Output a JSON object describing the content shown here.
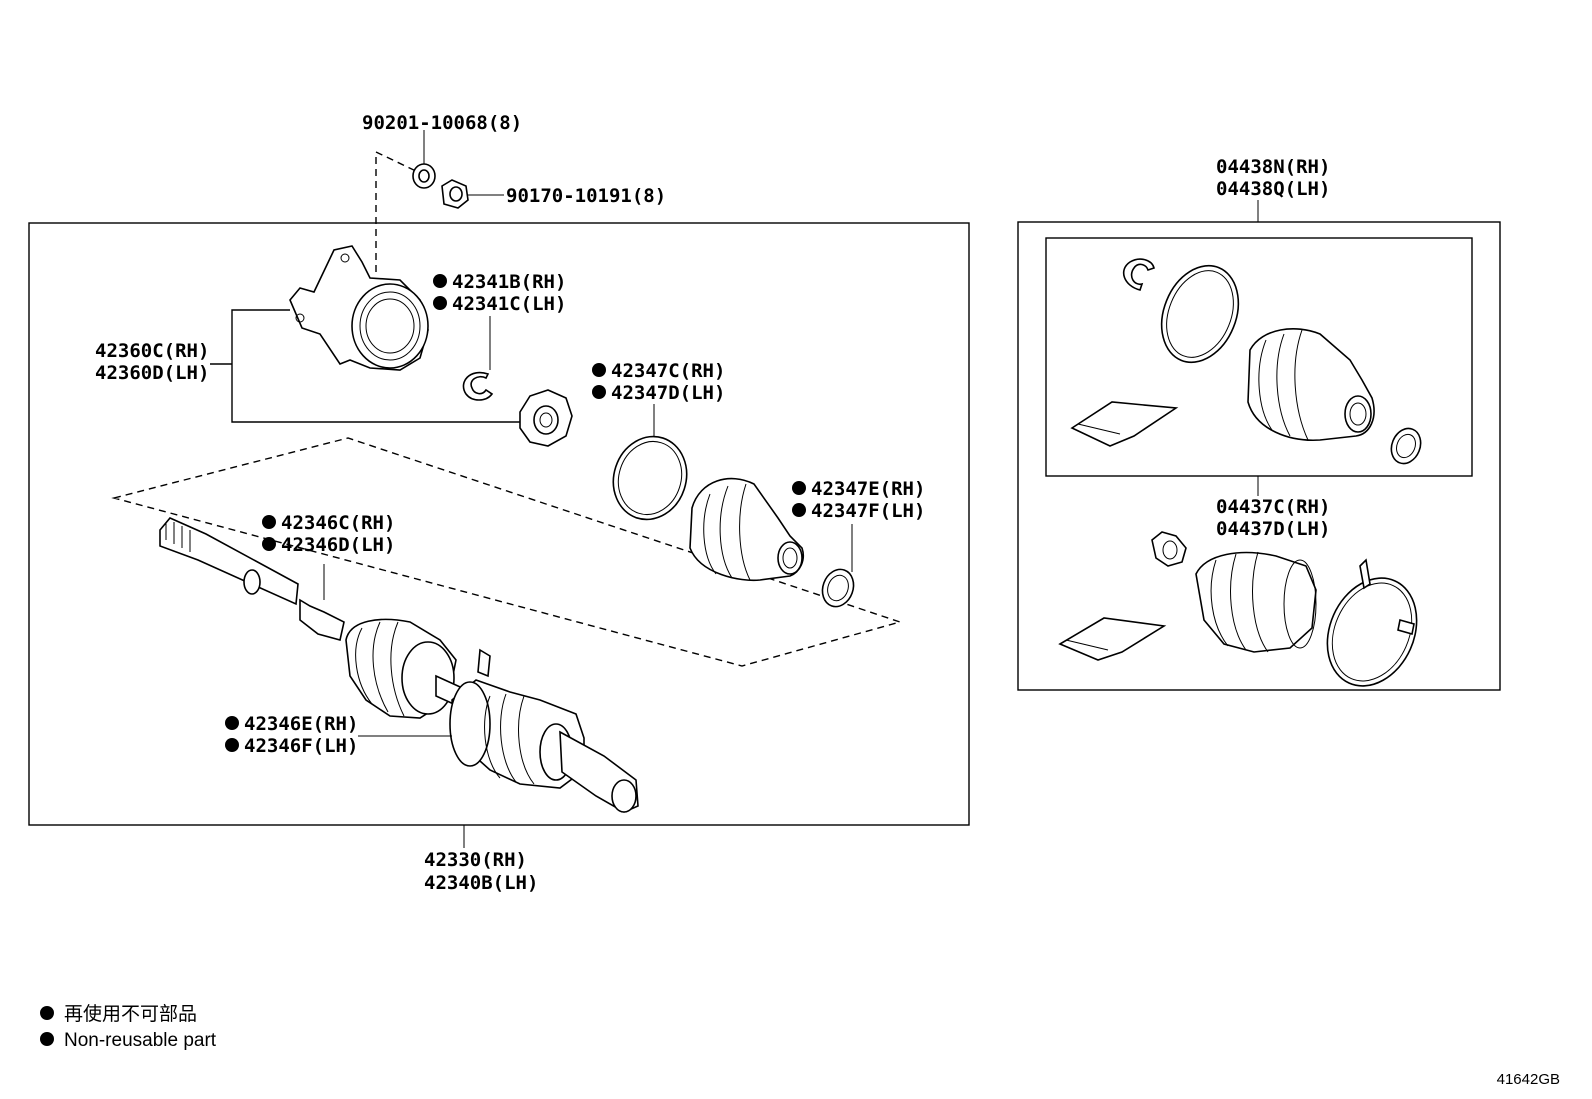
{
  "labels": {
    "washer": "90201-10068(8)",
    "nut": "90170-10191(8)",
    "bearing_rh": "42341B(RH)",
    "bearing_lh": "42341C(LH)",
    "housing_rh": "42360C(RH)",
    "housing_lh": "42360D(LH)",
    "inboard_boot_rh": "42347C(RH)",
    "inboard_boot_lh": "42347D(LH)",
    "inboard_clamp_rh": "42347E(RH)",
    "inboard_clamp_lh": "42347F(LH)",
    "snap_ring_rh": "42346C(RH)",
    "snap_ring_lh": "42346D(LH)",
    "outboard_rh": "42346E(RH)",
    "outboard_lh": "42346F(LH)",
    "shaft_rh": "42330(RH)",
    "shaft_lh": "42340B(LH)",
    "kit_outer_rh": "04438N(RH)",
    "kit_outer_lh": "04438Q(LH)",
    "kit_inner_rh": "04437C(RH)",
    "kit_inner_lh": "04437D(LH)"
  },
  "legend": {
    "japanese": "再使用不可部品",
    "english": "Non-reusable part"
  },
  "reference_code": "41642GB"
}
